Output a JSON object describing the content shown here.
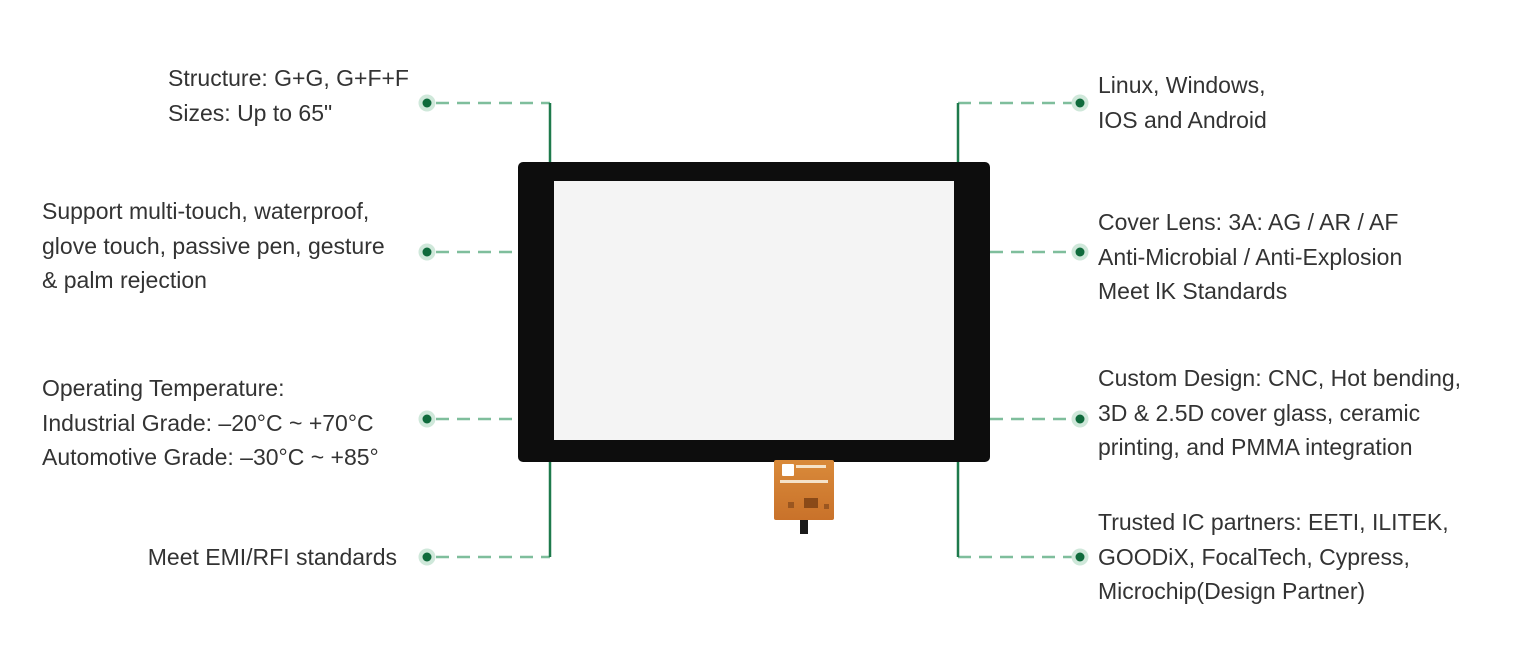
{
  "colors": {
    "connector_solid": "#1e7a4c",
    "connector_dashed": "#7fbe9c",
    "dot_fill": "#0f6b3c",
    "dot_ring": "#cfe8da",
    "text": "#333333",
    "panel_bezel": "#0d0d0d",
    "panel_screen": "#f4f4f4",
    "fpc": "#c9722a"
  },
  "features_left": [
    {
      "lines": [
        "Structure: G+G, G+F+F",
        "Sizes: Up to 65\""
      ]
    },
    {
      "lines": [
        "Support multi-touch, waterproof,",
        "glove touch, passive pen, gesture",
        "& palm rejection"
      ]
    },
    {
      "lines": [
        "Operating Temperature:",
        "Industrial Grade: –20°C ~ +70°C",
        "Automotive Grade: –30°C ~ +85°"
      ]
    },
    {
      "lines": [
        "Meet EMI/RFI standards"
      ]
    }
  ],
  "features_right": [
    {
      "lines": [
        "Linux, Windows,",
        "IOS and Android"
      ]
    },
    {
      "lines": [
        "Cover Lens: 3A: AG / AR / AF",
        "Anti-Microbial / Anti-Explosion",
        "Meet lK Standards"
      ]
    },
    {
      "lines": [
        "Custom Design: CNC, Hot bending,",
        "3D & 2.5D cover glass, ceramic",
        "printing, and PMMA integration"
      ]
    },
    {
      "lines": [
        "Trusted IC partners: EETI, ILITEK,",
        "GOODiX, FocalTech, Cypress,",
        "Microchip(Design Partner)"
      ]
    }
  ],
  "icons": {
    "product": "touch-panel-illustration",
    "connector_dot": "callout-dot-icon"
  }
}
